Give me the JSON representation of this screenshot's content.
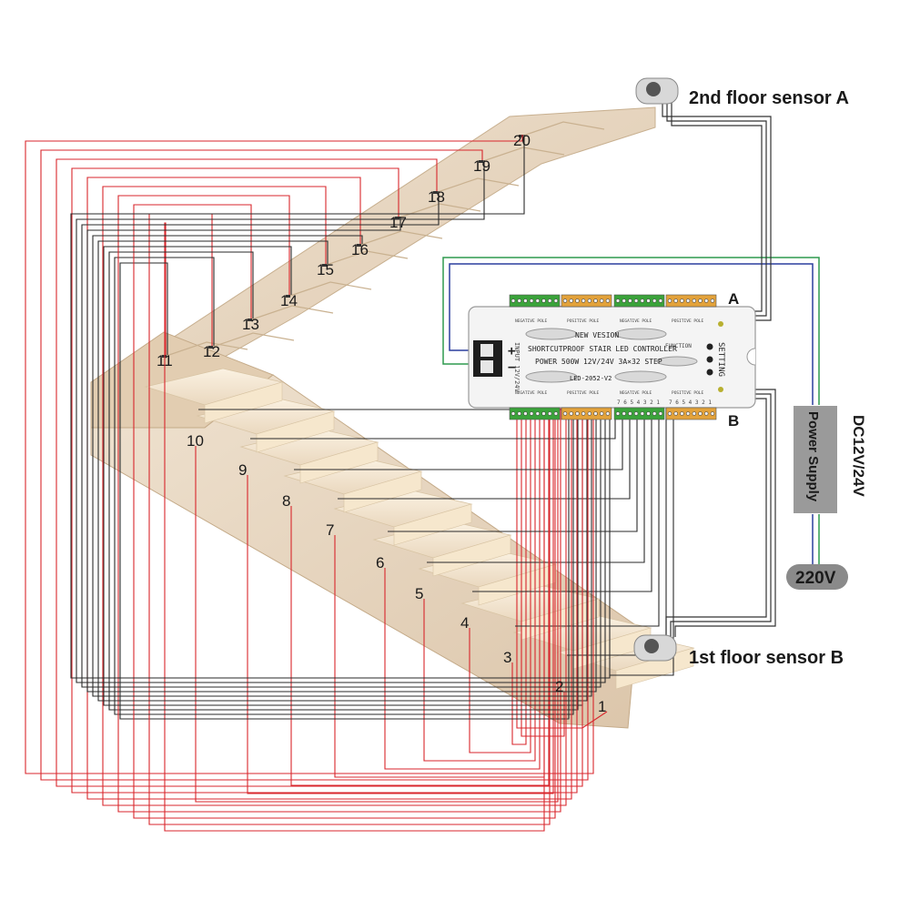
{
  "sensors": {
    "top": {
      "label": "2nd floor sensor A"
    },
    "bottom": {
      "label": "1st floor sensor B"
    }
  },
  "controller": {
    "line1": "NEW VESION",
    "line2": "SHORTCUTPROOF STAIR LED CONTROLLER",
    "line3": "POWER 500W 12V/24V 3A×32 STEP",
    "line4": "LED-2052-V2",
    "function_label": "FUNCTION",
    "setting_label": "SETTING",
    "input_label": "INPUT 12V/24V",
    "plus": "+",
    "minus": "−",
    "side_a": "A",
    "side_b": "B",
    "top_group_labels": [
      "NEGATIVE POLE",
      "POSITIVE POLE",
      "NEGATIVE POLE",
      "POSITIVE POLE"
    ],
    "bottom_group_labels": [
      "NEGATIVE POLE",
      "POSITIVE POLE",
      "NEGATIVE POLE",
      "POSITIVE POLE"
    ],
    "bottom_pin_numbers": "7 6 5 4 3 2 1"
  },
  "power_supply": {
    "label": "Power Supply",
    "voltage": "DC12V/24V",
    "mains": "220V"
  },
  "steps": [
    "1",
    "2",
    "3",
    "4",
    "5",
    "6",
    "7",
    "8",
    "9",
    "10",
    "11",
    "12",
    "13",
    "14",
    "15",
    "16",
    "17",
    "18",
    "19",
    "20"
  ],
  "colors": {
    "positive_wire": "#d8262c",
    "negative_wire": "#2a2a2a",
    "green_wire": "#2e9a4e",
    "blue_wire": "#2b3f9e",
    "terminal_green": "#3aa33a",
    "terminal_orange": "#e3a23a",
    "stone": "#e9d8c2",
    "power_box": "#9a9a9a",
    "mains_pill": "#8a8a8a"
  }
}
